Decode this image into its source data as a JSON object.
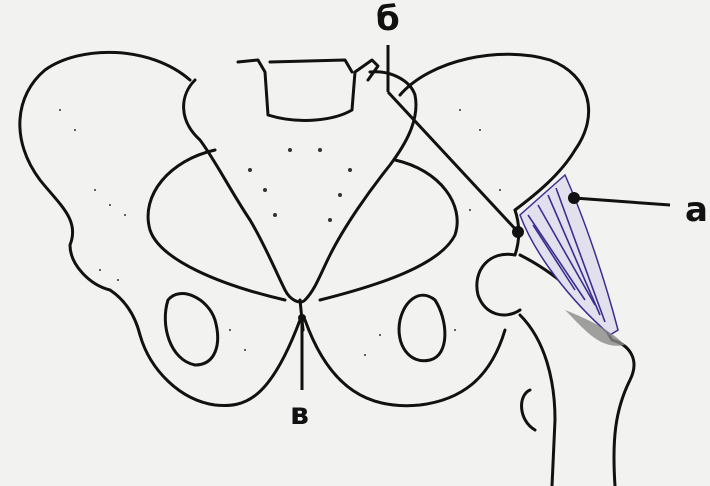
{
  "labels": {
    "a": "а",
    "b": "б",
    "v": "в"
  },
  "colors": {
    "background": "#f2f2f0",
    "ink": "#111111",
    "muscle": "#3a2f8f",
    "shadow": "#8a8a8a"
  }
}
